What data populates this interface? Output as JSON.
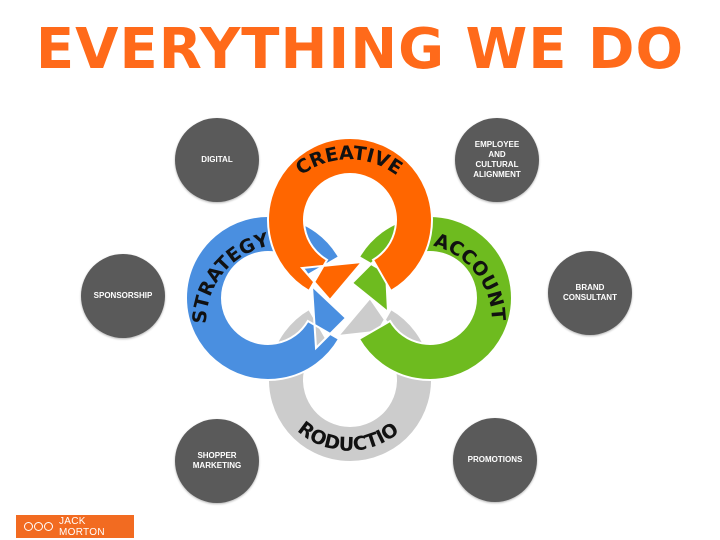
{
  "title": "EVERYTHING WE DO",
  "diagram": {
    "center_label": "",
    "core": [
      {
        "label": "CREATIVE",
        "color": "#FF6600"
      },
      {
        "label": "ACCOUNT",
        "color": "#6EBB1F"
      },
      {
        "label": "PRODUCTION",
        "color": "#CCCCCC"
      },
      {
        "label": "STRATEGY",
        "color": "#4A8FE0"
      }
    ],
    "services": [
      {
        "label": "DIGITAL"
      },
      {
        "label": "EMPLOYEE AND CULTURAL ALIGNMENT"
      },
      {
        "label": "SPONSORSHIP"
      },
      {
        "label": "BRAND CONSULTANT"
      },
      {
        "label": "SHOPPER MARKETING"
      },
      {
        "label": "PROMOTIONS"
      }
    ],
    "bubble_color": "#5A5A5A"
  },
  "footer": {
    "logo_text": "JACK MORTON",
    "logo_color": "#F26B21"
  },
  "colors": {
    "title": "#FF6A1A"
  }
}
